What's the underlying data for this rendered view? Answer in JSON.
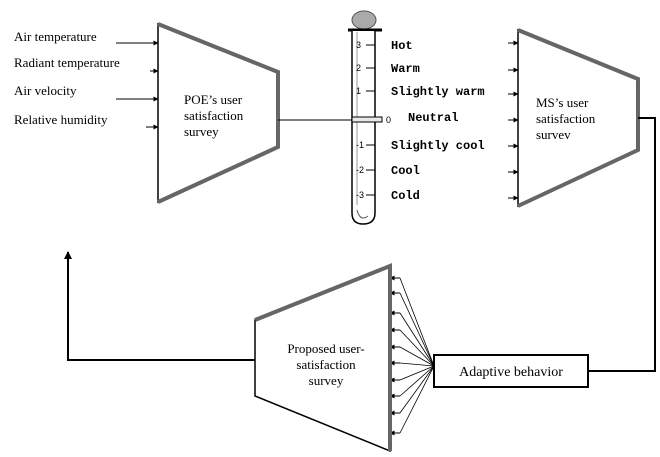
{
  "inputs": {
    "air_temperature": "Air temperature",
    "radiant_temperature": "Radiant  temperature",
    "air_velocity": "Air velocity",
    "relative_humidity": "Relative humidity"
  },
  "poe_survey": {
    "line1": "POE’s user",
    "line2": "satisfaction",
    "line3": "survey"
  },
  "ms_survey": {
    "line1": "MS’s user",
    "line2": "satisfaction",
    "line3": "survev"
  },
  "proposed_survey": {
    "line1": "Proposed user-",
    "line2": "satisfaction",
    "line3": "survey"
  },
  "adaptive_behavior": "Adaptive behavior",
  "thermometer": {
    "scale": [
      {
        "value": "3",
        "label": "Hot"
      },
      {
        "value": "2",
        "label": "Warm"
      },
      {
        "value": "1",
        "label": "Slightly warm"
      },
      {
        "value": "0",
        "label": "Neutral"
      },
      {
        "value": "-1",
        "label": "Slightly cool"
      },
      {
        "value": "-2",
        "label": "Cool"
      },
      {
        "value": "-3",
        "label": "Cold"
      }
    ]
  }
}
